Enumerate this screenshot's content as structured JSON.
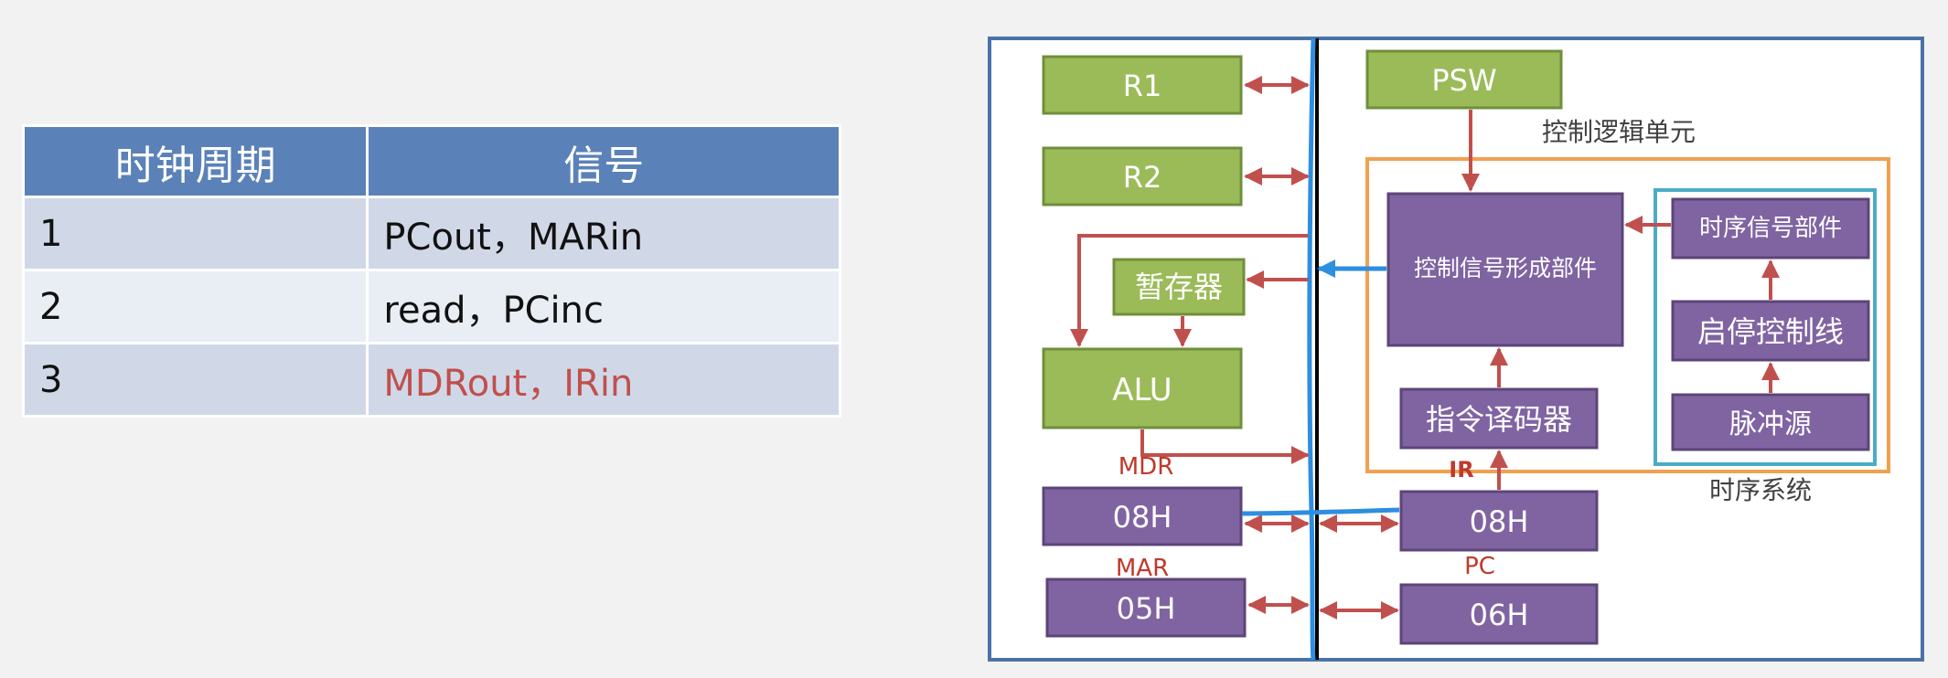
{
  "table": {
    "headers": [
      "时钟周期",
      "信号"
    ],
    "rows": [
      {
        "cycle": "1",
        "signal": "PCout，MARin",
        "highlight": false
      },
      {
        "cycle": "2",
        "signal": "read，PCinc",
        "highlight": false
      },
      {
        "cycle": "3",
        "signal": "MDRout，IRin",
        "highlight": true
      }
    ]
  },
  "diagram": {
    "registers": {
      "r1": "R1",
      "r2": "R2",
      "temp": "暂存器",
      "alu": "ALU",
      "mdr_value": "08H",
      "mar_value": "05H"
    },
    "labels": {
      "mdr": "MDR",
      "mar": "MAR",
      "ir": "IR",
      "pc": "PC",
      "control_unit": "控制逻辑单元",
      "timing_system": "时序系统"
    },
    "control": {
      "psw": "PSW",
      "signal_gen": "控制信号形成部件",
      "decoder": "指令译码器",
      "ir_value": "08H",
      "pc_value": "06H",
      "timing_signal": "时序信号部件",
      "start_stop": "启停控制线",
      "pulse": "脉冲源"
    },
    "colors": {
      "green": "#9bbb59",
      "purple": "#8064a2",
      "arrow_red": "#c0504d",
      "bus_blue": "#2e8ee0",
      "frame_blue": "#4a72a8",
      "orange": "#f0a050",
      "teal": "#4bacc6"
    }
  }
}
